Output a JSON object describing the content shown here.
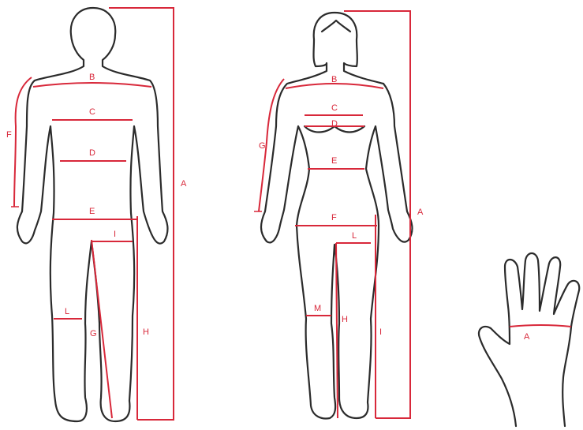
{
  "colors": {
    "outline": "#2b2b2b",
    "measure": "#d8283a",
    "background": "#ffffff"
  },
  "figures": {
    "male": {
      "labels": {
        "A": "A",
        "B": "B",
        "C": "C",
        "D": "D",
        "E": "E",
        "F": "F",
        "G": "G",
        "H": "H",
        "I": "I",
        "L": "L"
      }
    },
    "female": {
      "labels": {
        "A": "A",
        "B": "B",
        "C": "C",
        "D": "D",
        "E": "E",
        "F": "F",
        "G": "G",
        "H": "H",
        "I": "I",
        "L": "L",
        "M": "M"
      }
    },
    "hand": {
      "labels": {
        "A": "A"
      }
    }
  }
}
